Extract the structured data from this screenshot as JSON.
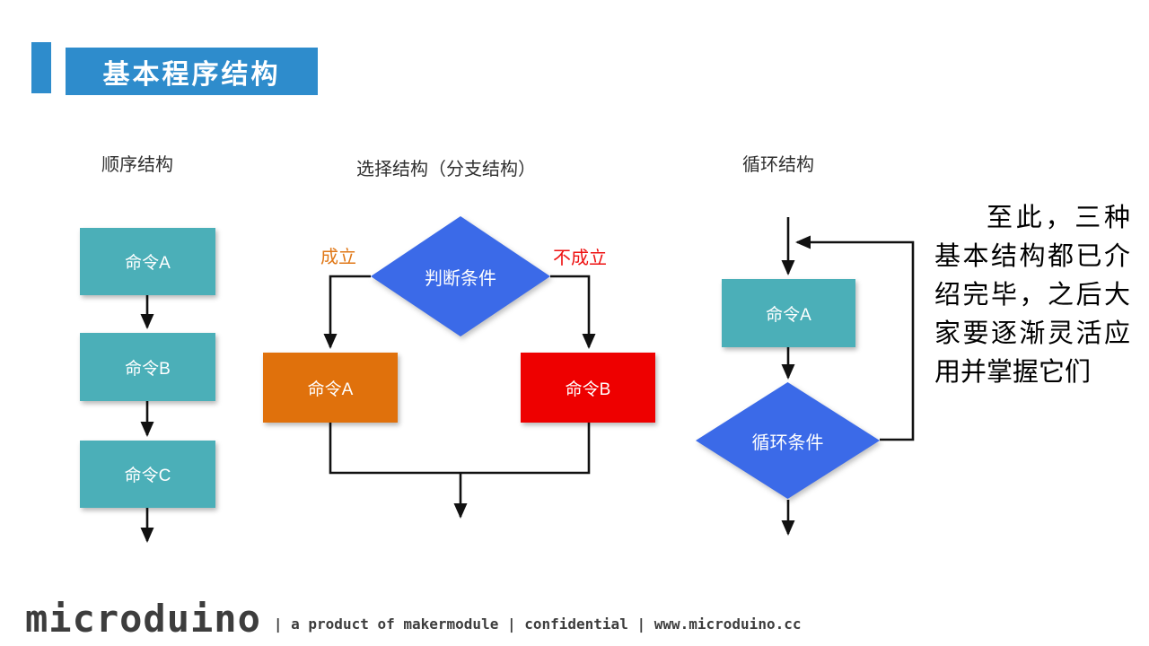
{
  "slide_title": "基本程序结构",
  "diagrams": {
    "sequence": {
      "heading": "顺序结构",
      "box_a": "命令A",
      "box_b": "命令B",
      "box_c": "命令C"
    },
    "selection": {
      "heading": "选择结构（分支结构）",
      "condition": "判断条件",
      "branch_true": "成立",
      "branch_false": "不成立",
      "box_true": "命令A",
      "box_false": "命令B"
    },
    "loop": {
      "heading": "循环结构",
      "box": "命令A",
      "condition": "循环条件"
    }
  },
  "note_text": "至此，三种基本结构都已介绍完毕，之后大家要逐渐灵活应用并掌握它们",
  "footer": {
    "logo_text": "microduino",
    "tagline": "| a product of makermodule | confidential | www.microduino.cc"
  },
  "colors": {
    "title_bar": "#2E8CCC",
    "teal_box": "#4BAFB8",
    "diamond_blue": "#3B6AE8",
    "orange_box": "#E0710C",
    "red_box": "#EE0000",
    "branch_true_text": "#E07818",
    "branch_false_text": "#EE1111",
    "arrow": "#111111",
    "heading_text": "#303030",
    "footer_text": "#3D3D3D"
  }
}
